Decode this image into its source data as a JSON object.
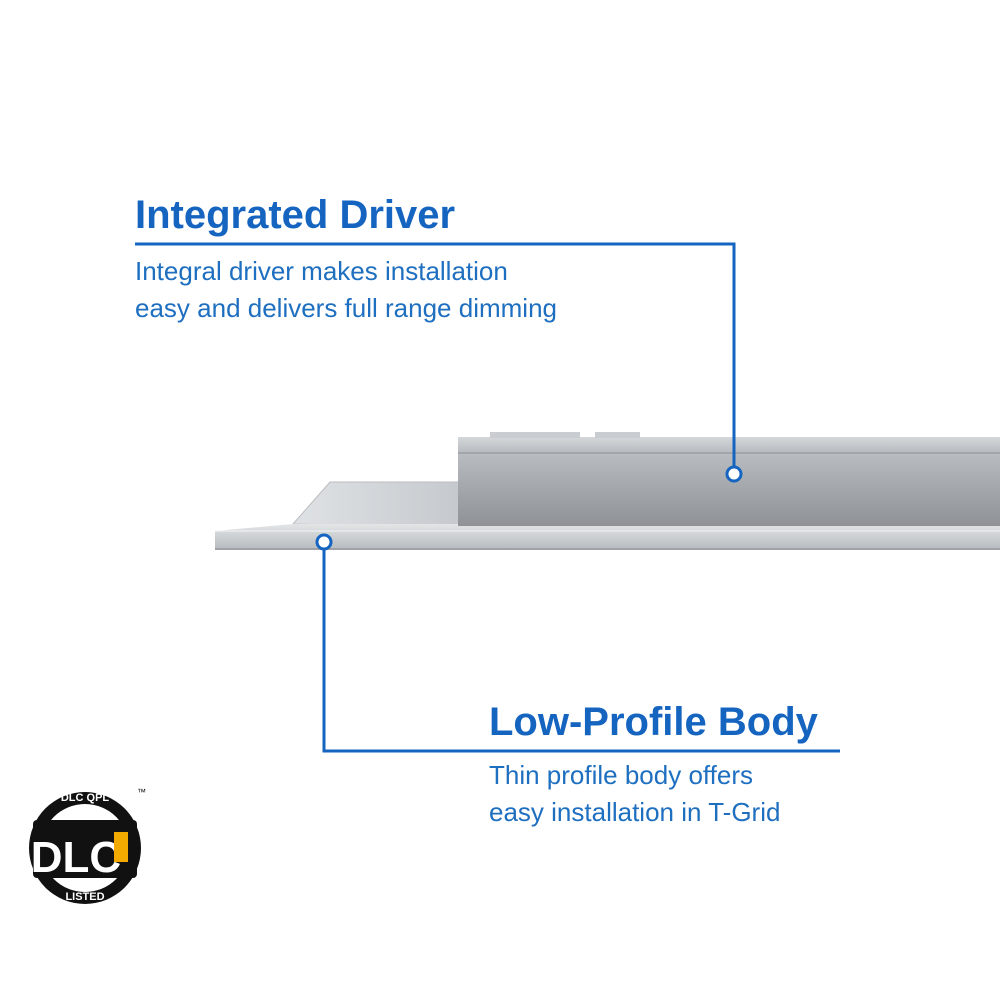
{
  "colors": {
    "accent": "#1565c0",
    "panel_silver": "#c8ccd0",
    "driver_gray": "#a7abb0",
    "badge_black": "#111111",
    "badge_gold": "#f2a900"
  },
  "callouts": {
    "driver": {
      "heading": "Integrated Driver",
      "line1": "Integral driver makes installation",
      "line2": "easy and delivers full range dimming"
    },
    "body": {
      "heading": "Low-Profile Body",
      "line1": "Thin profile body offers",
      "line2": "easy installation in T-Grid"
    }
  },
  "badge": {
    "top_text": "DLC QPL",
    "main_text": "DLC",
    "bottom_text": "LISTED",
    "trademark": "™"
  }
}
